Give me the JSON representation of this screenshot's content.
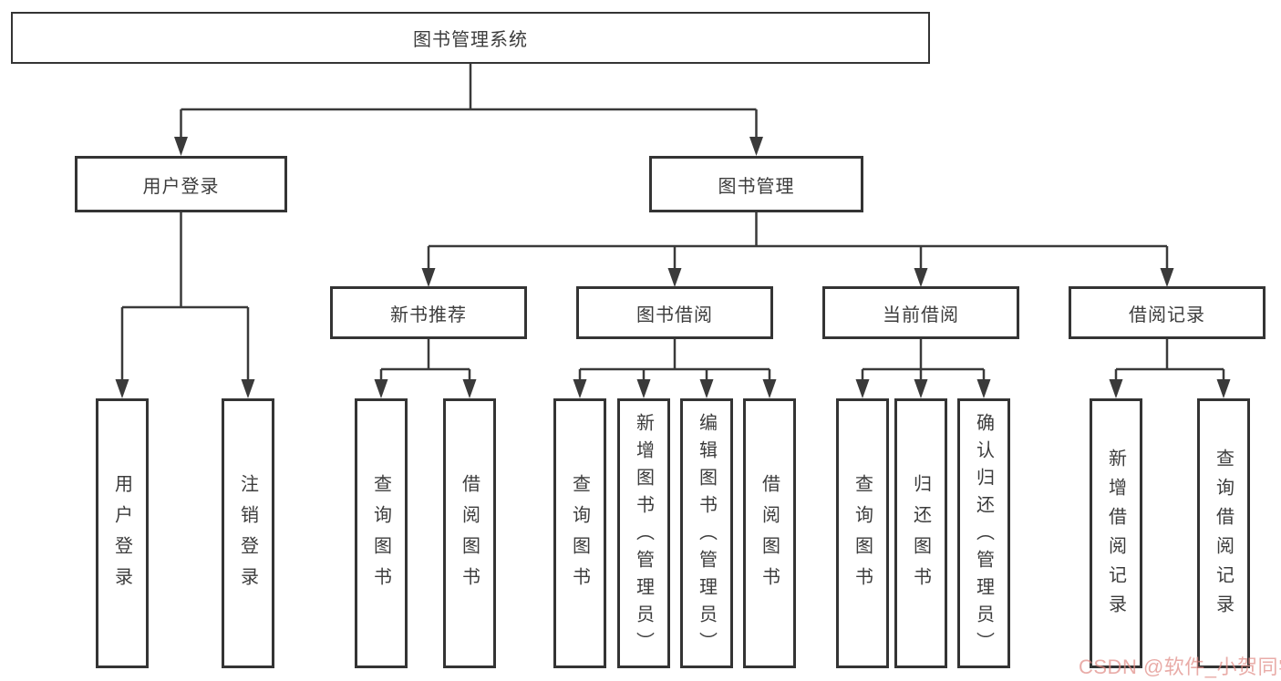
{
  "diagram_title": "图书管理系统",
  "nodes": {
    "root": {
      "label": "图书管理系统"
    },
    "user_login": {
      "label": "用户登录"
    },
    "book_mgmt": {
      "label": "图书管理"
    },
    "new_books": {
      "label": "新书推荐"
    },
    "book_borrow": {
      "label": "图书借阅"
    },
    "current_borrow": {
      "label": "当前借阅"
    },
    "borrow_records": {
      "label": "借阅记录"
    },
    "v_user_login": {
      "label": "用户登录"
    },
    "v_logout": {
      "label": "注销登录"
    },
    "v_query_books_1": {
      "label": "查询图书"
    },
    "v_borrow_books_1": {
      "label": "借阅图书"
    },
    "v_query_books_2": {
      "label": "查询图书"
    },
    "v_add_books": {
      "label": "新增图书（管理员）"
    },
    "v_edit_books": {
      "label": "编辑图书（管理员）"
    },
    "v_borrow_books_2": {
      "label": "借阅图书"
    },
    "v_query_books_3": {
      "label": "查询图书"
    },
    "v_return_books": {
      "label": "归还图书"
    },
    "v_confirm_return": {
      "label": "确认归还（管理员）"
    },
    "v_add_record": {
      "label": "新增借阅记录"
    },
    "v_query_record": {
      "label": "查询借阅记录"
    }
  },
  "tree": {
    "label": "图书管理系统",
    "children": [
      {
        "label": "用户登录",
        "children": [
          {
            "label": "用户登录"
          },
          {
            "label": "注销登录"
          }
        ]
      },
      {
        "label": "图书管理",
        "children": [
          {
            "label": "新书推荐",
            "children": [
              {
                "label": "查询图书"
              },
              {
                "label": "借阅图书"
              }
            ]
          },
          {
            "label": "图书借阅",
            "children": [
              {
                "label": "查询图书"
              },
              {
                "label": "新增图书（管理员）"
              },
              {
                "label": "编辑图书（管理员）"
              },
              {
                "label": "借阅图书"
              }
            ]
          },
          {
            "label": "当前借阅",
            "children": [
              {
                "label": "查询图书"
              },
              {
                "label": "归还图书"
              },
              {
                "label": "确认归还（管理员）"
              }
            ]
          },
          {
            "label": "借阅记录",
            "children": [
              {
                "label": "新增借阅记录"
              },
              {
                "label": "查询借阅记录"
              }
            ]
          }
        ]
      }
    ]
  },
  "watermark": {
    "text": "CSDN @软件_小贺同学"
  },
  "colors": {
    "line": "#3a3a3a",
    "box_border": "#343434",
    "text": "#3c3c3c",
    "background": "#ffffff",
    "watermark": "#e08c86"
  }
}
